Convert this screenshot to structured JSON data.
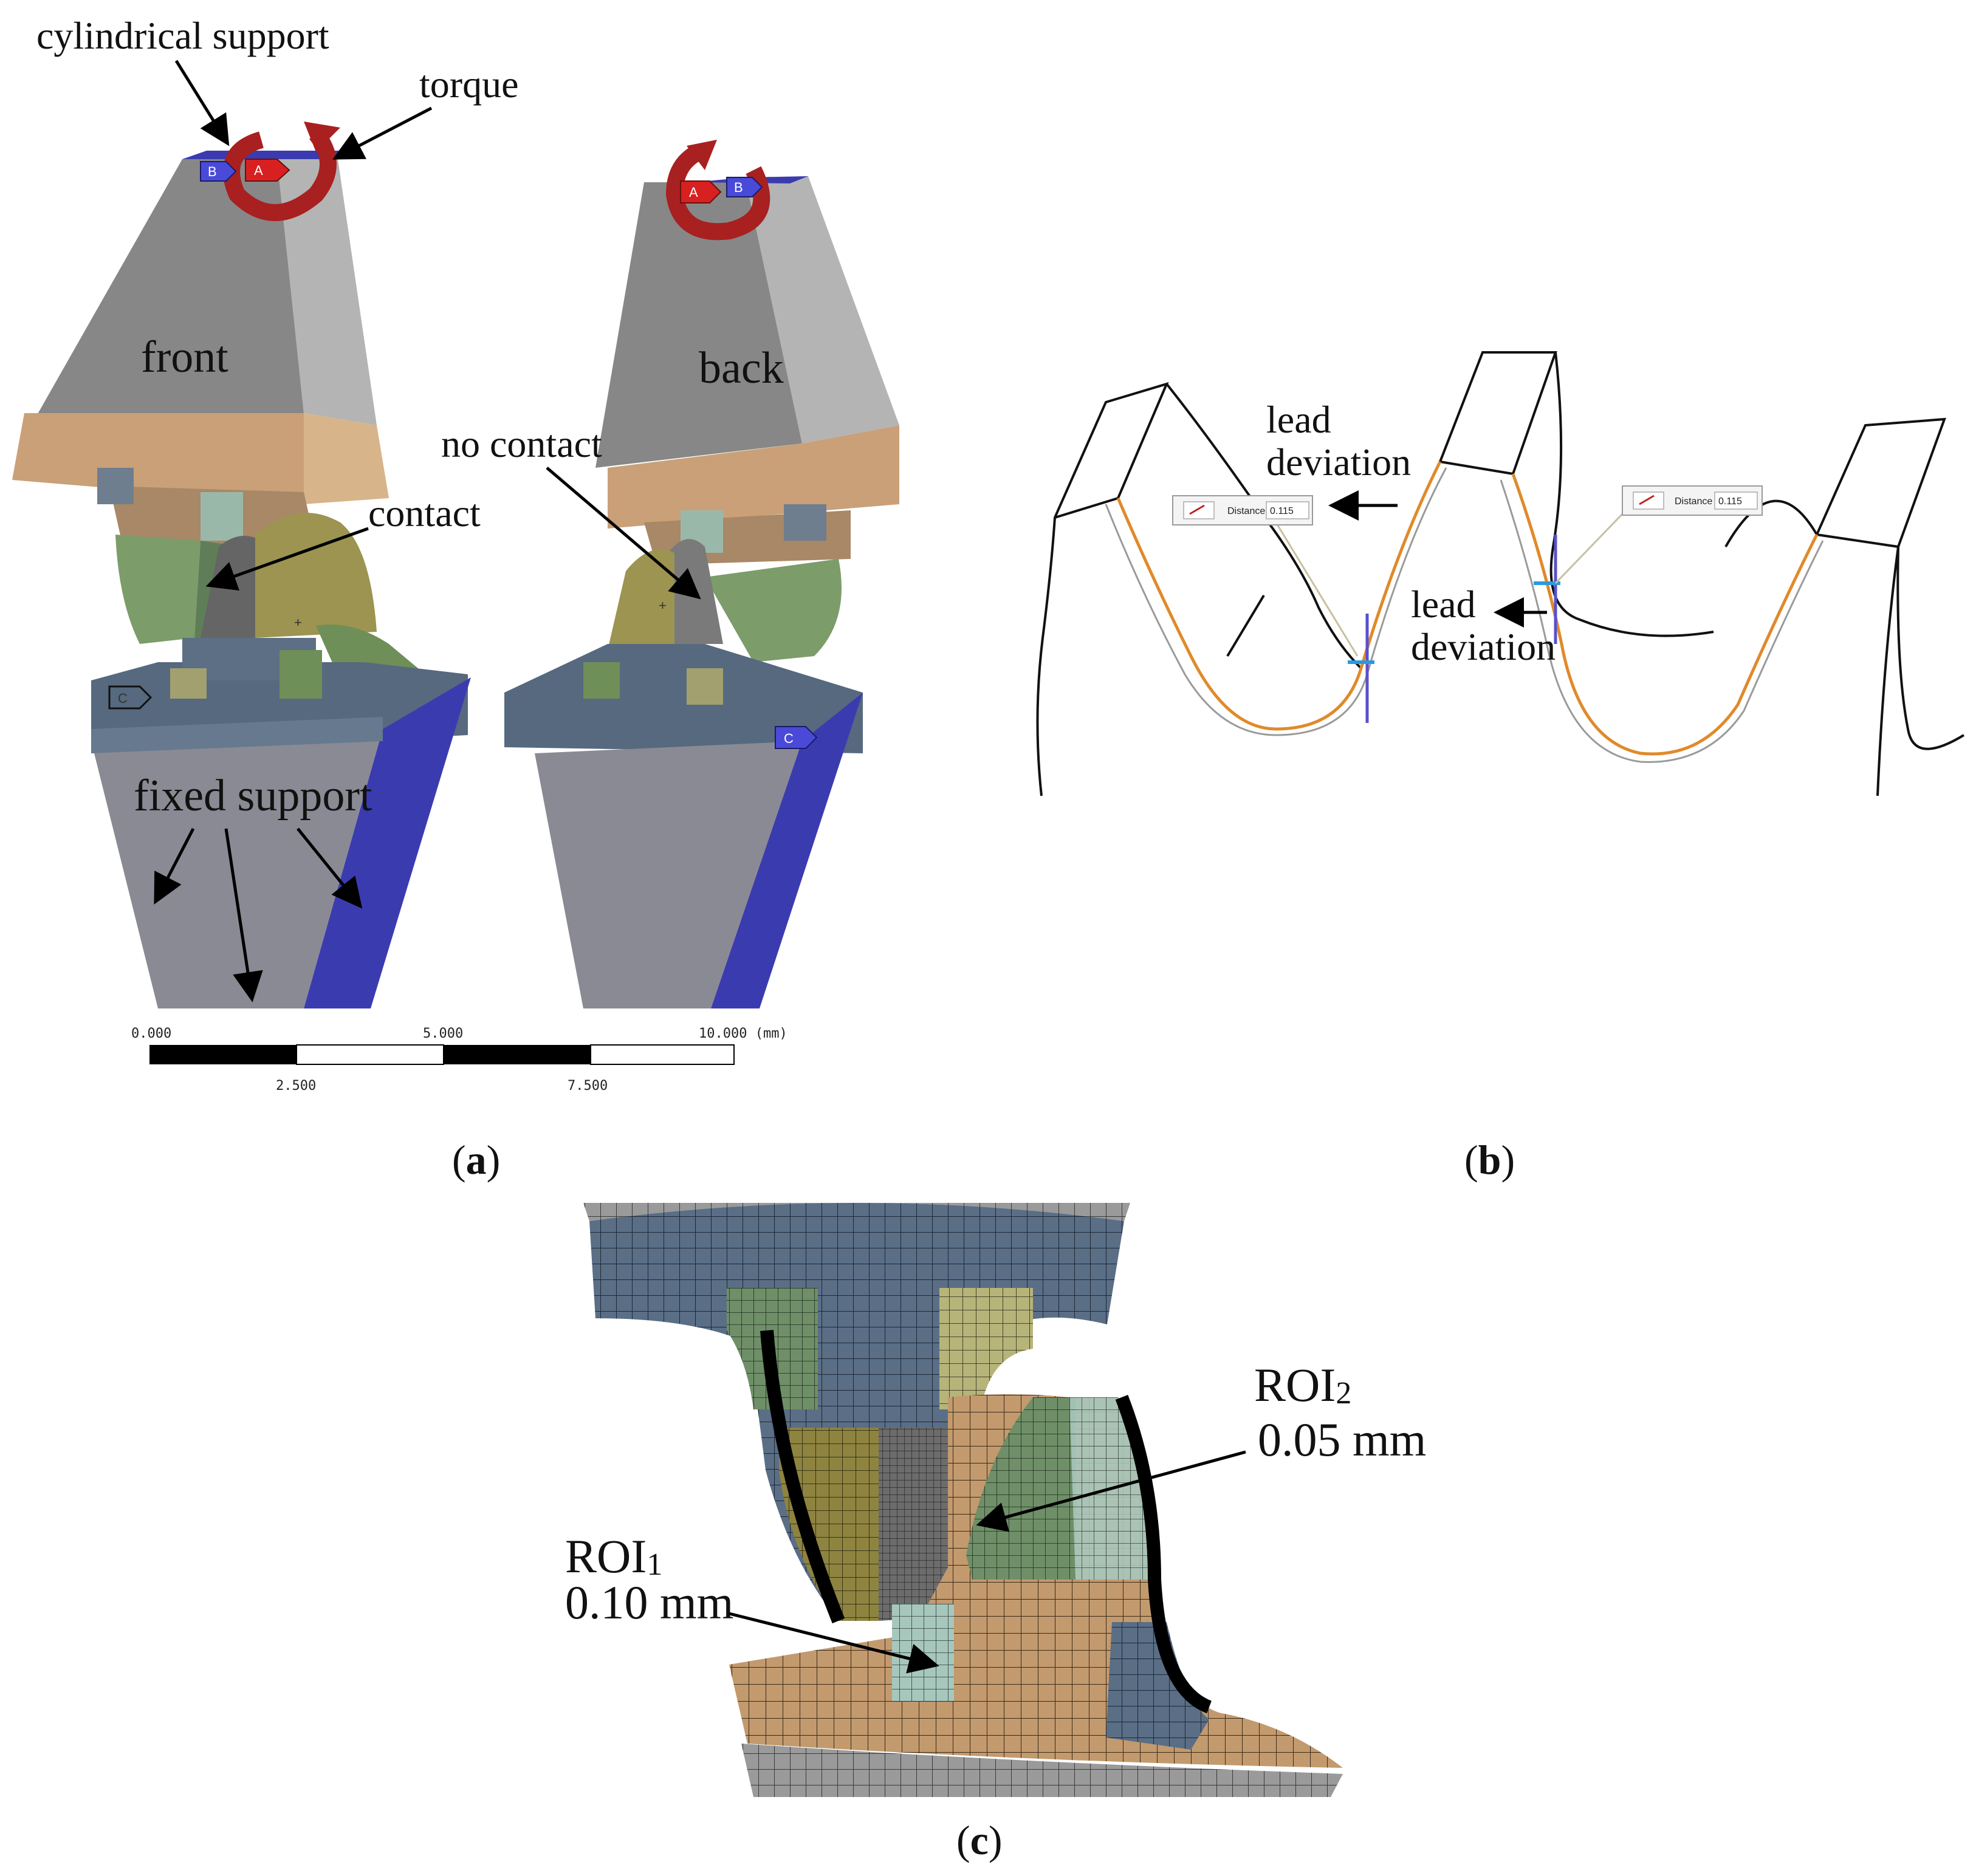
{
  "panel_a": {
    "labels": {
      "cylindrical_support": "cylindrical support",
      "torque": "torque",
      "front": "front",
      "back": "back",
      "no_contact": "no contact",
      "contact": "contact",
      "fixed_support": "fixed support"
    },
    "tags": {
      "a": "A",
      "b": "B",
      "c": "C"
    },
    "scale_bar": {
      "top_ticks": [
        "0.000",
        "5.000",
        "10.000 (mm)"
      ],
      "bottom_ticks": [
        "2.500",
        "7.500"
      ]
    },
    "caption": {
      "open": "(",
      "letter": "a",
      "close": ")"
    }
  },
  "panel_b": {
    "labels": {
      "lead": "lead",
      "deviation": "deviation"
    },
    "widget": {
      "label": "Distance",
      "value": "0.115"
    },
    "caption": {
      "open": "(",
      "letter": "b",
      "close": ")"
    }
  },
  "panel_c": {
    "roi2": {
      "name": "ROI",
      "sub": "2",
      "size": "0.05 mm"
    },
    "roi1": {
      "name": "ROI",
      "sub": "1",
      "size": "0.10 mm"
    },
    "caption": {
      "open": "(",
      "letter": "c",
      "close": ")"
    }
  },
  "colors": {
    "support_blue": "#3b3bb0",
    "torque_red": "#a82020",
    "gear_gray": "#888888",
    "rim_tan": "#caa078",
    "mesh_blue": "#5a6e86",
    "mesh_tan": "#c29a6e",
    "flank_orange": "#e08a2a"
  }
}
